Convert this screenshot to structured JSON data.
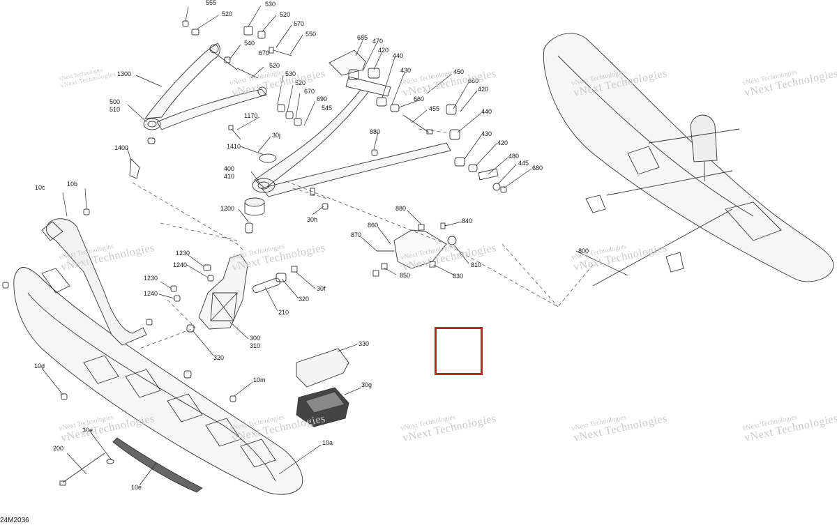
{
  "drawing_code": "24M2036",
  "watermark": {
    "line1": "vNext Technologies",
    "line2": "vNext Technologies"
  },
  "callouts": {
    "c555": "555",
    "c520a": "520",
    "c530a": "530",
    "c520b": "520",
    "c670a": "670",
    "c550": "550",
    "c540": "540",
    "c670b": "670",
    "c520c": "520",
    "c530b": "530",
    "c520d": "520",
    "c670c": "670",
    "c690": "690",
    "c545": "545",
    "c1300": "1300",
    "c500": "500",
    "c510": "510",
    "c1170": "1170",
    "c30j": "30j",
    "c1410": "1410",
    "c1400": "1400",
    "c400": "400",
    "c410": "410",
    "c30h": "30h",
    "c1200": "1200",
    "c685": "685",
    "c470": "470",
    "c420a": "420",
    "c440a": "440",
    "c430a": "430",
    "c450": "450",
    "c660a": "660",
    "c420b": "420",
    "c660b": "660",
    "c455": "455",
    "c880a": "880",
    "c440b": "440",
    "c430b": "430",
    "c420c": "420",
    "c480": "480",
    "c445": "445",
    "c680": "680",
    "c10c": "10c",
    "c10b": "10b",
    "c880b": "880",
    "c840": "840",
    "c860": "860",
    "c870": "870",
    "c810": "810",
    "c850": "850",
    "c830": "830",
    "c800": "800",
    "c1230": "1230",
    "c1240a": "1240",
    "c1230b": "1230",
    "c1240b": "1240",
    "c30f": "30f",
    "c320a": "320",
    "c210": "210",
    "c300": "300",
    "c310": "310",
    "c320b": "320",
    "c330": "330",
    "c30g": "30g",
    "c10d": "10d",
    "c10m": "10m",
    "c30e": "30e",
    "c200": "200",
    "c10a": "10a",
    "c10e": "10e"
  }
}
